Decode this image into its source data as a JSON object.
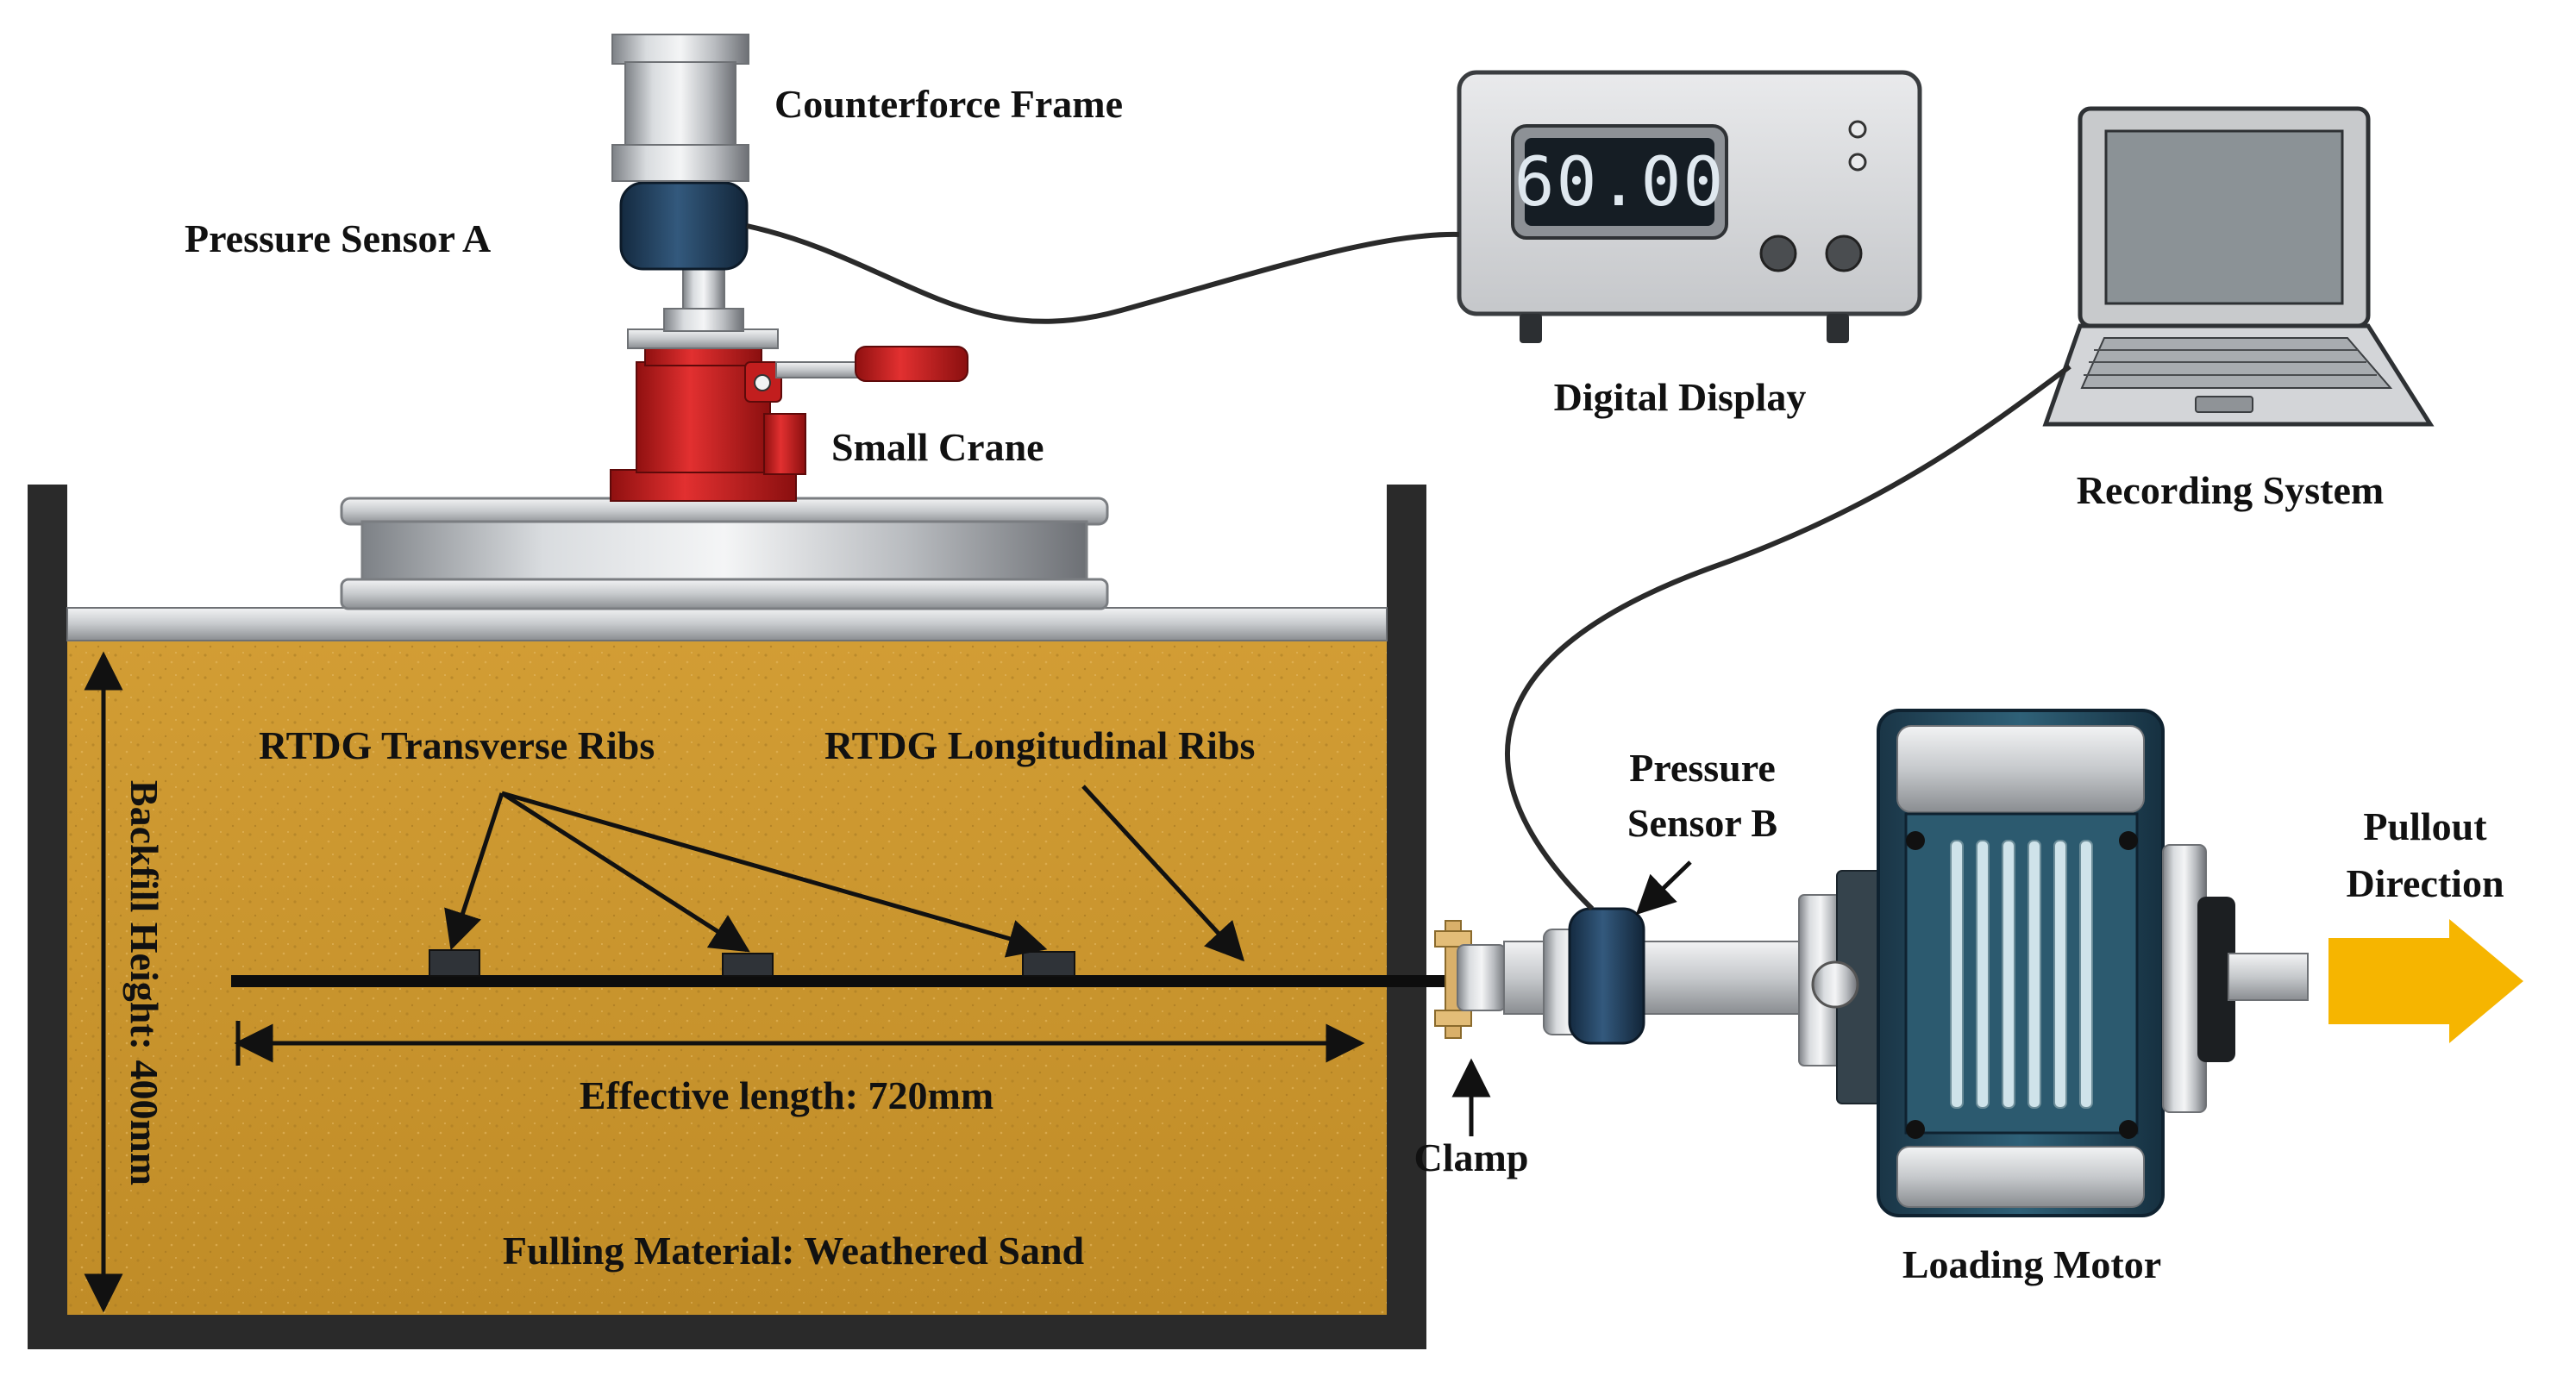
{
  "labels": {
    "counterforce_frame": "Counterforce Frame",
    "pressure_sensor_a": "Pressure Sensor A",
    "small_crane": "Small Crane",
    "digital_display": "Digital Display",
    "recording_system": "Recording System",
    "transverse_ribs": "RTDG Transverse Ribs",
    "longitudinal_ribs": "RTDG Longitudinal Ribs",
    "backfill_height": "Backfill Height: 400mm",
    "effective_length": "Effective length: 720mm",
    "filling_material": "Fulling Material: Weathered Sand",
    "clamp": "Clamp",
    "pressure_sensor_b_line1": "Pressure",
    "pressure_sensor_b_line2": "Sensor B",
    "loading_motor": "Loading Motor",
    "pullout_line1": "Pullout",
    "pullout_line2": "Direction"
  },
  "display_reading": "60.00",
  "colors": {
    "sand": "#c8962e",
    "sand_dark": "#a97a1f",
    "box_wall": "#2a2a2a",
    "crane_red": "#cc1f1f",
    "sensor_blue": "#1f3b5a",
    "motor_teal": "#1d3f52",
    "arrow_orange": "#f6b500",
    "display_bg": "#151d24",
    "display_text": "#dfe8ef"
  },
  "icons": {
    "display_unit": "digital-display-icon",
    "laptop": "laptop-icon",
    "motor": "electric-motor-icon",
    "crane": "hydraulic-jack-icon"
  }
}
